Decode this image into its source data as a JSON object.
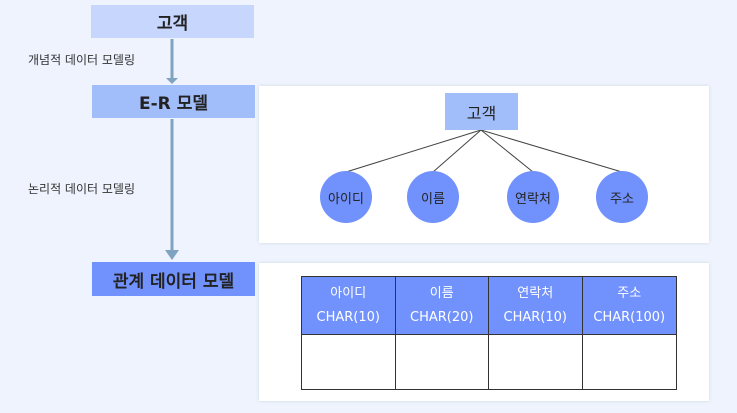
{
  "left": {
    "box1": "고객",
    "box2": "E-R 모델",
    "box3": "관계 데이터 모델",
    "label1": "개념적 데이터 모델링",
    "label2": "논리적 데이터 모델링"
  },
  "er": {
    "entity": "고객",
    "attributes": [
      "아이디",
      "이름",
      "연락처",
      "주소"
    ]
  },
  "table": {
    "columns": [
      {
        "name": "아이디",
        "type": "CHAR(10)"
      },
      {
        "name": "이름",
        "type": "CHAR(20)"
      },
      {
        "name": "연락처",
        "type": "CHAR(10)"
      },
      {
        "name": "주소",
        "type": "CHAR(100)"
      }
    ]
  },
  "colors": {
    "box1": "#c6d6fd",
    "box2": "#a1befa",
    "box3": "#7192fd",
    "arrow": "#7fa3c0"
  }
}
